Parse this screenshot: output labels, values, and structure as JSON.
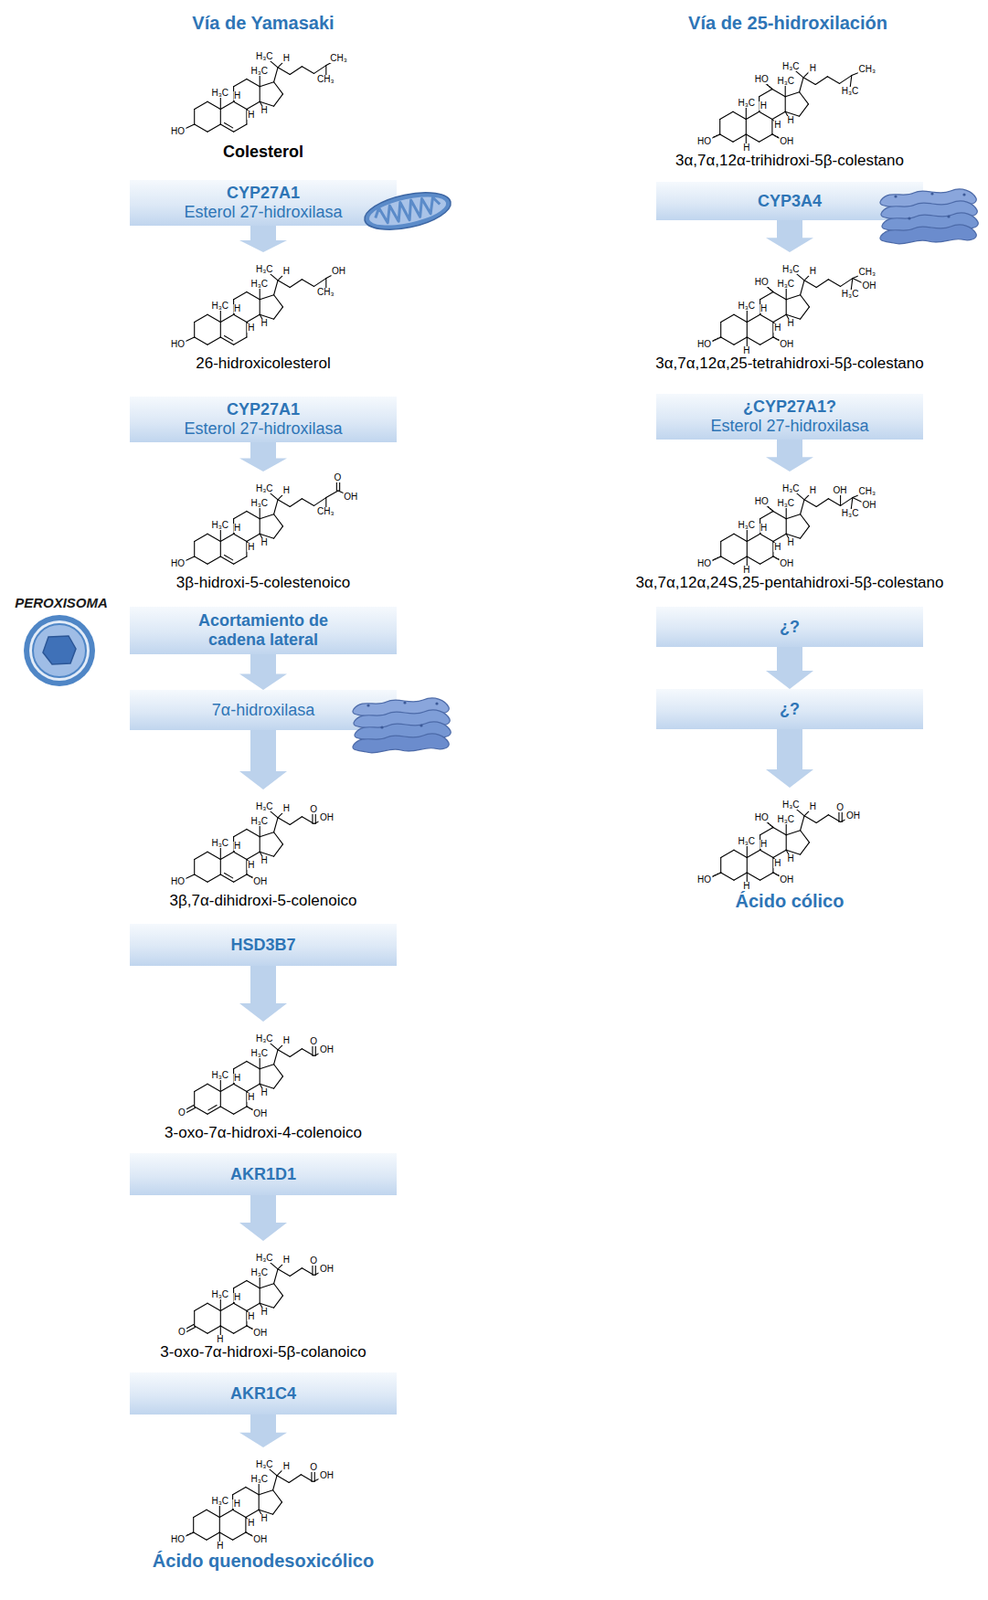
{
  "diagram": {
    "nodes": [
      {
        "text": [
          "Colesterol",
          "H₃C",
          "CH₃",
          "CH₃",
          "H₃C",
          "H",
          "H₃C",
          "H",
          "H",
          "H",
          "HO"
        ]
      },
      {
        "text": [
          "CYP27A1",
          "Esterol 27-hidroxilasa"
        ]
      },
      {
        "text": [
          "26-hidroxicolesterol",
          "H₃C",
          "OH",
          "CH₃",
          "H₃C",
          "H",
          "H₃C",
          "H",
          "H",
          "H",
          "HO"
        ]
      },
      {
        "text": [
          "CYP27A1",
          "Esterol 27-hidroxilasa"
        ]
      },
      {
        "text": [
          "3β-hidroxi-5-colestenoico",
          "H₃C",
          "O",
          "OH",
          "CH₃",
          "H₃C",
          "H",
          "H₃C",
          "H",
          "H",
          "H",
          "HO"
        ]
      },
      {
        "text": [
          "Acortamiento de cadena lateral"
        ]
      },
      {
        "text": [
          "7α-hidroxilasa"
        ]
      },
      {
        "text": [
          "3β,7α-dihidroxi-5-colenoico",
          "H₃C",
          "O",
          "OH",
          "H₃C",
          "H",
          "H₃C",
          "H",
          "H",
          "H",
          "HO",
          "OH"
        ]
      },
      {
        "text": [
          "HSD3B7"
        ]
      },
      {
        "text": [
          "3-oxo-7α-hidroxi-4-colenoico",
          "H₃C",
          "O",
          "OH",
          "H₃C",
          "H",
          "H₃C",
          "H",
          "H",
          "H",
          "O",
          "OH"
        ]
      },
      {
        "text": [
          "AKR1D1"
        ]
      },
      {
        "text": [
          "3-oxo-7α-hidroxi-5β-colanoico",
          "H₃C",
          "O",
          "OH",
          "H₃C",
          "H",
          "H₃C",
          "H",
          "H",
          "H",
          "O",
          "H",
          "OH"
        ]
      },
      {
        "text": [
          "AKR1C4"
        ]
      },
      {
        "text": [
          "Ácido quenodesoxicólico",
          "H₃C",
          "O",
          "OH",
          "H₃C",
          "H",
          "H₃C",
          "H",
          "H",
          "H",
          "HO",
          "H",
          "OH"
        ]
      },
      {
        "text": [
          "3α,7α,12α-trihidroxi-5β-colestano",
          "H₃C",
          "CH₃",
          "H₃C",
          "HO",
          "H₃C",
          "H",
          "H₃C",
          "H",
          "H",
          "H",
          "HO",
          "H",
          "OH"
        ]
      },
      {
        "text": [
          "CYP3A4"
        ]
      },
      {
        "text": [
          "3α,7α,12α,25-tetrahidroxi-5β-colestano",
          "H₃C",
          "CH₃",
          "OH",
          "H₃C",
          "HO",
          "H₃C",
          "H",
          "H₃C",
          "H",
          "H",
          "H",
          "HO",
          "H",
          "OH"
        ]
      },
      {
        "text": [
          "¿CYP27A1?",
          "Esterol 27-hidroxilasa"
        ]
      },
      {
        "text": [
          "3α,7α,12α,24S,25-pentahidroxi-5β-colestano",
          "H₃C",
          "OH",
          "CH₃",
          "OH",
          "H₃C",
          "HO",
          "H₃C",
          "H",
          "H₃C",
          "H",
          "H",
          "H",
          "HO",
          "H",
          "OH"
        ]
      },
      {
        "text": [
          "¿?"
        ]
      },
      {
        "text": [
          "¿?"
        ]
      },
      {
        "text": [
          "Ácido cólico",
          "H₃C",
          "O",
          "OH",
          "HO",
          "H₃C",
          "H",
          "H₃C",
          "H",
          "H",
          "H",
          "HO",
          "H",
          "OH"
        ]
      }
    ],
    "edges": [
      {
        "from": 1,
        "to": 2,
        "arrow": "to"
      },
      {
        "from": 3,
        "to": 4,
        "arrow": "to"
      },
      {
        "from": 5,
        "to": 6,
        "arrow": "to"
      },
      {
        "from": 6,
        "to": 7,
        "arrow": "to"
      },
      {
        "from": 8,
        "to": 9,
        "arrow": "to"
      },
      {
        "from": 10,
        "to": 11,
        "arrow": "to"
      },
      {
        "from": 12,
        "to": 13,
        "arrow": "to"
      },
      {
        "from": 15,
        "to": 16,
        "arrow": "to"
      },
      {
        "from": 17,
        "to": 18,
        "arrow": "to"
      },
      {
        "from": 19,
        "to": 20,
        "arrow": "to"
      },
      {
        "from": 20,
        "to": 21,
        "arrow": "to"
      }
    ],
    "labels": [
      "Vía de Yamasaki",
      "Vía de 25-hidroxilación",
      "PEROXISOMA"
    ]
  }
}
